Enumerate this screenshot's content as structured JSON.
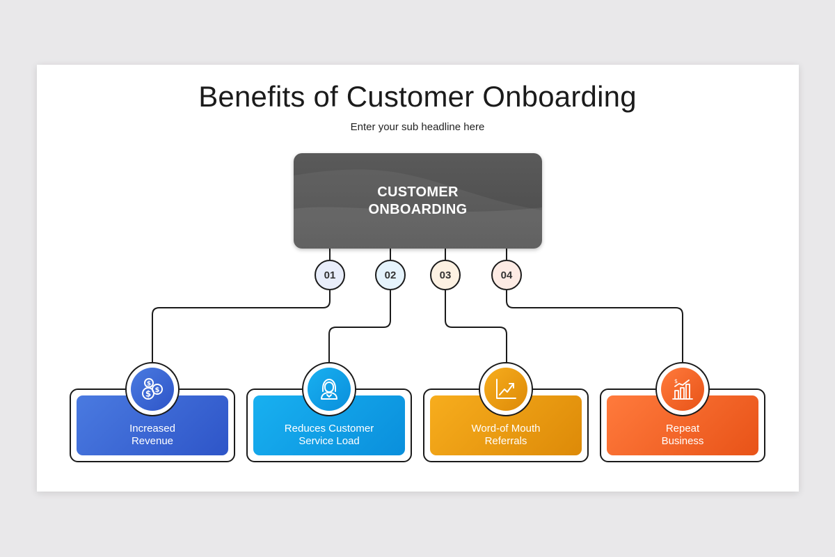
{
  "title": "Benefits of Customer Onboarding",
  "subtitle": "Enter your sub headline here",
  "central": {
    "line1": "CUSTOMER",
    "line2": "ONBOARDING"
  },
  "items": [
    {
      "number": "01",
      "line1": "Increased",
      "line2": "Revenue",
      "icon": "coins-icon",
      "color_from": "#4a7ae0",
      "color_to": "#2e55c8",
      "num_bg": "#e8edfa"
    },
    {
      "number": "02",
      "line1": "Reduces Customer",
      "line2": "Service Load",
      "icon": "customer-service-icon",
      "color_from": "#18b0f0",
      "color_to": "#0a8fdc",
      "num_bg": "#e5f3fc"
    },
    {
      "number": "03",
      "line1": "Word-of Mouth",
      "line2": "Referrals",
      "icon": "growth-chart-icon",
      "color_from": "#f7ad1d",
      "color_to": "#dd8a08",
      "num_bg": "#fdf1e2"
    },
    {
      "number": "04",
      "line1": "Repeat",
      "line2": "Business",
      "icon": "bar-chart-icon",
      "color_from": "#ff7a3c",
      "color_to": "#e85318",
      "num_bg": "#fdebe4"
    }
  ]
}
